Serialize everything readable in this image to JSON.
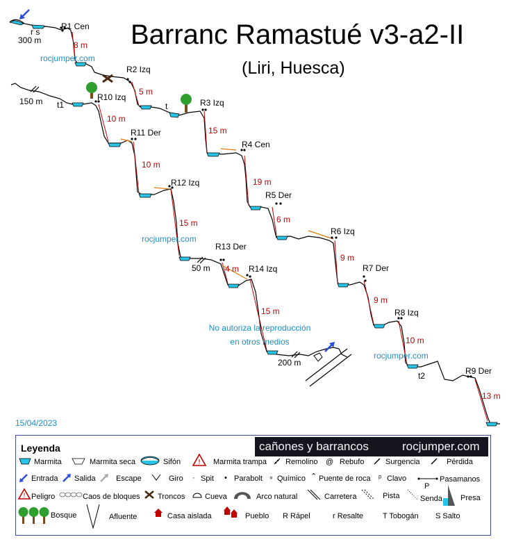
{
  "title": "Barranc Ramastué v3-a2-II",
  "subtitle": "(Liri, Huesca)",
  "watermarks": [
    "rocjumper.com",
    "rocjumper.com",
    "rocjumper.com"
  ],
  "note": [
    "No autoriza la reproducción",
    "en otros medios"
  ],
  "date": "15/04/2023",
  "distances": {
    "top": "300 m",
    "first": "150 m",
    "mid": "50 m",
    "bottom": "200 m"
  },
  "rappels": [
    {
      "id": "R1 Cen",
      "height": "8 m"
    },
    {
      "id": "R2 Izq",
      "height": "5 m"
    },
    {
      "id": "R3 Izq",
      "height": "15 m"
    },
    {
      "id": "R4 Cen",
      "height": "19 m"
    },
    {
      "id": "R5 Der",
      "height": "6 m"
    },
    {
      "id": "R6 Izq",
      "height": "9 m"
    },
    {
      "id": "R7 Der",
      "height": "9 m"
    },
    {
      "id": "R8 Izq",
      "height": "10 m"
    },
    {
      "id": "R9 Der",
      "height": "13 m"
    },
    {
      "id": "R10 Izq",
      "height": "10 m"
    },
    {
      "id": "R11 Der",
      "height": "10 m"
    },
    {
      "id": "R12 Izq",
      "height": "15 m"
    },
    {
      "id": "R13 Der",
      "height": "4 m"
    },
    {
      "id": "R14 Izq",
      "height": "15 m"
    }
  ],
  "other_marks": {
    "rs": "r s",
    "t": "t",
    "t1": "t1",
    "t2": "t2"
  },
  "legend": {
    "title": "Leyenda",
    "banner_left": "cañones y barrancos",
    "banner_right": "rocjumper.com",
    "items": {
      "marmita": "Marmita",
      "marmita_seca": "Marmita seca",
      "sifon": "Sifón",
      "marmita_trampa": "Marmita trampa",
      "remolino": "Remolino",
      "rebufo": "Rebufo",
      "surgencia": "Surgencia",
      "perdida": "Pérdida",
      "entrada": "Entrada",
      "salida": "Salida",
      "escape": "Escape",
      "giro": "Giro",
      "spit": "Spit",
      "parabolt": "Parabolt",
      "quimico": "Químico",
      "puente_roca": "Puente de roca",
      "clavo": "Clavo",
      "pasamanos": "Pasamanos",
      "p": "P",
      "peligro": "Peligro",
      "caos": "Caos de bloques",
      "troncos": "Troncos",
      "cueva": "Cueva",
      "arco": "Arco natural",
      "carretera": "Carretera",
      "pista": "Pista",
      "senda": "Senda",
      "presa": "Presa",
      "bosque": "Bosque",
      "afluente": "Afluente",
      "casa": "Casa aislada",
      "pueblo": "Pueblo",
      "rapel": "R Rápel",
      "resalte": "r Resalte",
      "tobogan": "T Tobogán",
      "salto": "S Salto"
    }
  },
  "colors": {
    "pool": "#29c5e6",
    "rope": "#c00000",
    "handline": "#e07a00",
    "watermark": "#1a8fc9",
    "tree": "#2e9e2e",
    "trunk": "#7a4a1a",
    "entry_arrow": "#2a4bd7"
  }
}
